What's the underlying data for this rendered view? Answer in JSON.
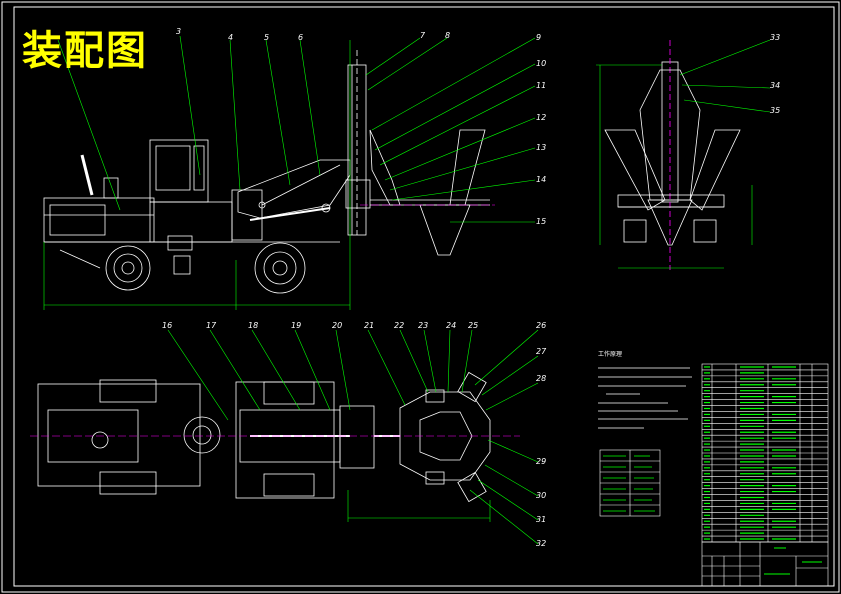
{
  "title": "装配图",
  "part_numbers": [
    "3",
    "4",
    "5",
    "6",
    "7",
    "8",
    "9",
    "10",
    "11",
    "12",
    "13",
    "14",
    "15",
    "16",
    "17",
    "18",
    "19",
    "20",
    "21",
    "22",
    "23",
    "24",
    "25",
    "26",
    "27",
    "28",
    "29",
    "30",
    "31",
    "32",
    "33",
    "34",
    "35"
  ],
  "notes": {
    "heading": "工作原理"
  },
  "colors": {
    "background": "#000000",
    "outline": "#ffffff",
    "dimension": "#00ff00",
    "title": "#ffff00",
    "accent": "#ff00ff"
  }
}
